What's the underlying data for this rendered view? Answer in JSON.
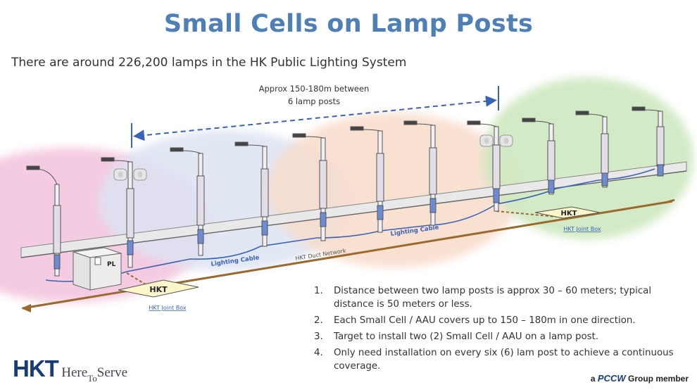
{
  "title": "Small Cells on Lamp Posts",
  "subtitle": "There are around 226,200 lamps in the HK Public Lighting System",
  "span_label": {
    "line1": "Approx 150-180m between",
    "line2": "6 lamp posts"
  },
  "labels": {
    "lighting_cable_1": "Lighting Cable",
    "lighting_cable_2": "Lighting Cable",
    "duct_network": "HKT Duct Network",
    "pl_box": "PL",
    "joint_box_1_badge": "HKT",
    "joint_box_1_caption": "HKT Joint Box",
    "joint_box_2_badge": "HKT",
    "joint_box_2_caption": "HKT Joint Box"
  },
  "notes": [
    {
      "num": "1.",
      "text": "Distance between two lamp posts is approx 30 – 60 meters; typical distance is 50 meters or less."
    },
    {
      "num": "2.",
      "text": "Each Small Cell / AAU covers up to 150 – 180m in one direction."
    },
    {
      "num": "3.",
      "text": "Target to install two (2) Small Cell / AAU on a lamp post."
    },
    {
      "num": "4.",
      "text": "Only need installation on every six (6) lam post to achieve a continuous coverage."
    }
  ],
  "brand": {
    "logo": "HKT",
    "tag_a": "Here",
    "tag_b": "To",
    "tag_c": "Serve"
  },
  "footer": {
    "part1": "a",
    "part2": "PCCW",
    "part3": "Group member"
  },
  "colors": {
    "title": "#4f7fb7",
    "zone_pink": "#f3c3dc",
    "zone_blue": "#dde3f3",
    "zone_orange": "#f8dccb",
    "zone_green": "#cfe8c0",
    "cable_blue": "#3a63b8",
    "duct_brown": "#9a6a2c",
    "badge_yellow": "#fdf6c8",
    "brand_navy": "#1a3b7a"
  }
}
